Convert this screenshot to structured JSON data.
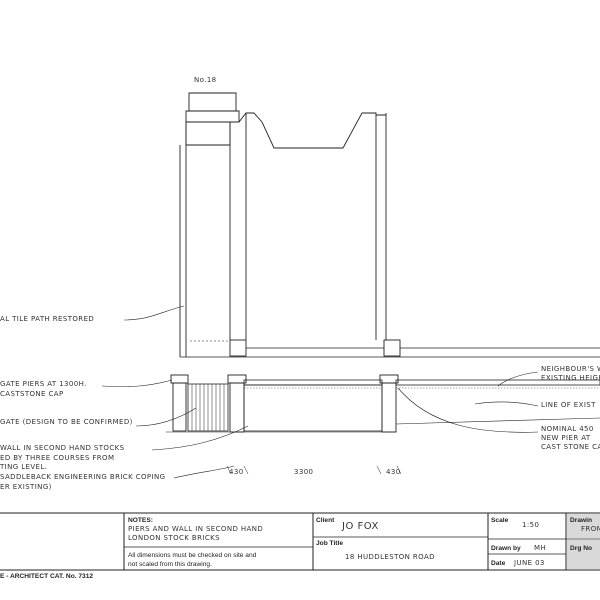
{
  "drawing": {
    "house_label": "No.18",
    "dimensions": {
      "left": "430",
      "middle": "3300",
      "right": "430"
    },
    "notes_left": [
      "AL TILE PATH RESTORED",
      "GATE PIERS AT 1300H.",
      "CASTSTONE CAP",
      "GATE (DESIGN TO BE CONFIRMED)",
      "WALL IN SECOND HAND STOCKS",
      "ED BY THREE COURSES FROM",
      "TING LEVEL.",
      "SADDLEBACK ENGINEERING BRICK COPING",
      "ER EXISTING)"
    ],
    "notes_right": [
      "NEIGHBOUR'S W",
      "EXISTING HEIGH",
      "LINE OF EXIST",
      "NOMINAL 450",
      "NEW PIER AT",
      "CAST STONE CA"
    ]
  },
  "title_block": {
    "notes_label": "NOTES:",
    "notes_line1": "PIERS AND WALL IN SECOND HAND",
    "notes_line2": "LONDON STOCK BRICKS",
    "disclaimer_line1": "All dimensions must be checked on site and",
    "disclaimer_line2": "not scaled from this drawing.",
    "client_label": "Client",
    "client_value": "JO FOX",
    "job_title_label": "Job Title",
    "job_title_value": "18 HUDDLESTON ROAD",
    "scale_label": "Scale",
    "scale_value": "1:50",
    "drawn_by_label": "Drawn by",
    "drawn_by_value": "MH",
    "date_label": "Date",
    "date_value": "JUNE 03",
    "drawing_label": "Drawin",
    "drawing_value": "FROM",
    "drg_no_label": "Drg No",
    "footer_text": "E - ARCHITECT CAT. No. 7312"
  }
}
